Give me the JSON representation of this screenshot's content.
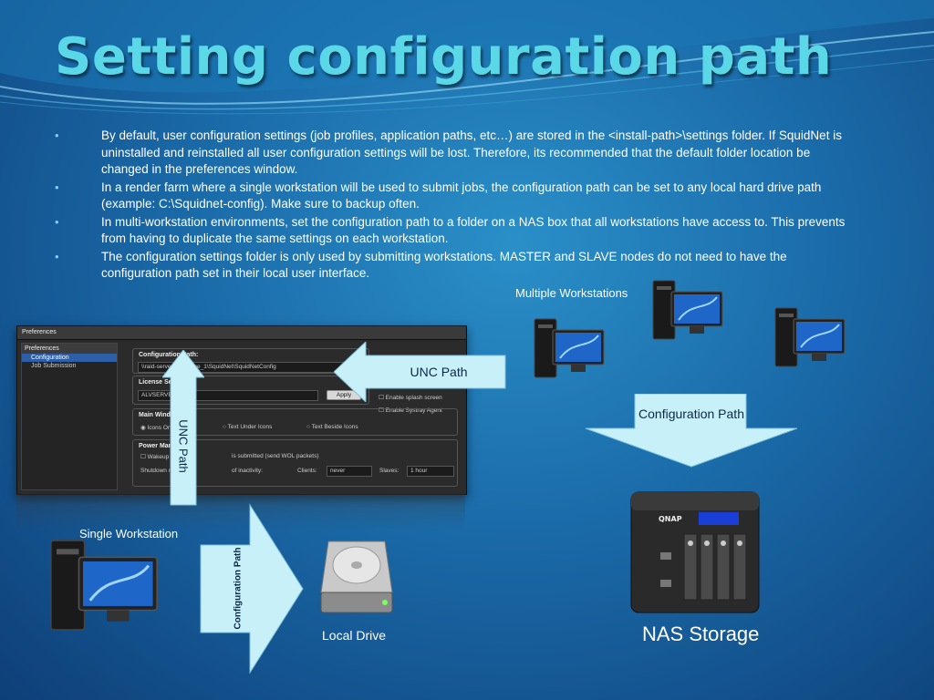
{
  "slide": {
    "title": "Setting configuration path",
    "bullets": [
      "By default, user configuration settings (job profiles, application paths, etc…) are stored in the <install-path>\\settings folder. If SquidNet is uninstalled and reinstalled all user configuration settings will be lost. Therefore, its recommended that the default folder location be changed in the preferences window.",
      "In a render farm where a single workstation will be used to submit jobs, the configuration path can be set to any local hard drive path (example: C:\\Squidnet-config). Make sure to backup often.",
      "In multi-workstation environments, set the configuration path to a folder on a NAS box that all workstations have access to. This prevents from having to duplicate the same settings on each workstation.",
      "The configuration settings folder is only used by submitting workstations. MASTER and SLAVE nodes do not need to have the configuration path set in their local user interface."
    ],
    "bullet_glyph": "•",
    "labels": {
      "multiple_workstations": "Multiple Workstations",
      "single_workstation": "Single Workstation",
      "local_drive": "Local Drive",
      "nas_storage": "NAS Storage"
    },
    "arrows": {
      "unc_path_horizontal": "UNC Path",
      "unc_path_vertical": "UNC Path",
      "configuration_path_nas": "Configuration Path",
      "configuration_path_local": "Configuration Path"
    },
    "nas_brand": "QNAP",
    "colors": {
      "title": "#5ad8e8",
      "arrow_fill": "#c8f0f8",
      "bullet": "#7fd0f0"
    }
  },
  "preferences_window": {
    "title": "Preferences",
    "tree_header": "Preferences",
    "tree_items": [
      "Configuration",
      "Job Submission"
    ],
    "configuration_path_label": "Configuration Path:",
    "configuration_path_value": "\\\\raid-server00\\volume_1\\SquidNet\\SquidNetConfig",
    "license_server_label": "License Server:",
    "license_server_value": "ALVSERVER-C",
    "apply_button": "Apply",
    "enable_splash_screen": "Enable splash screen",
    "enable_systray_agent": "Enable Systray Agent",
    "main_window_toolbar_label": "Main Window Too",
    "icons_only": "Icons Only",
    "text_under_icons": "Text Under Icons",
    "text_beside_icons": "Text Beside Icons",
    "power_management_label": "Power Managem",
    "wakeup_render": "Wakeup render",
    "is_submitted": "is submitted (send WOL packets)",
    "shutdown_nodes": "Shutdown nodes a",
    "of_inactivity": "of inactivity:",
    "clients_label": "Clients:",
    "clients_value": "never",
    "slaves_label": "Slaves:",
    "slaves_value": "1 hour"
  }
}
